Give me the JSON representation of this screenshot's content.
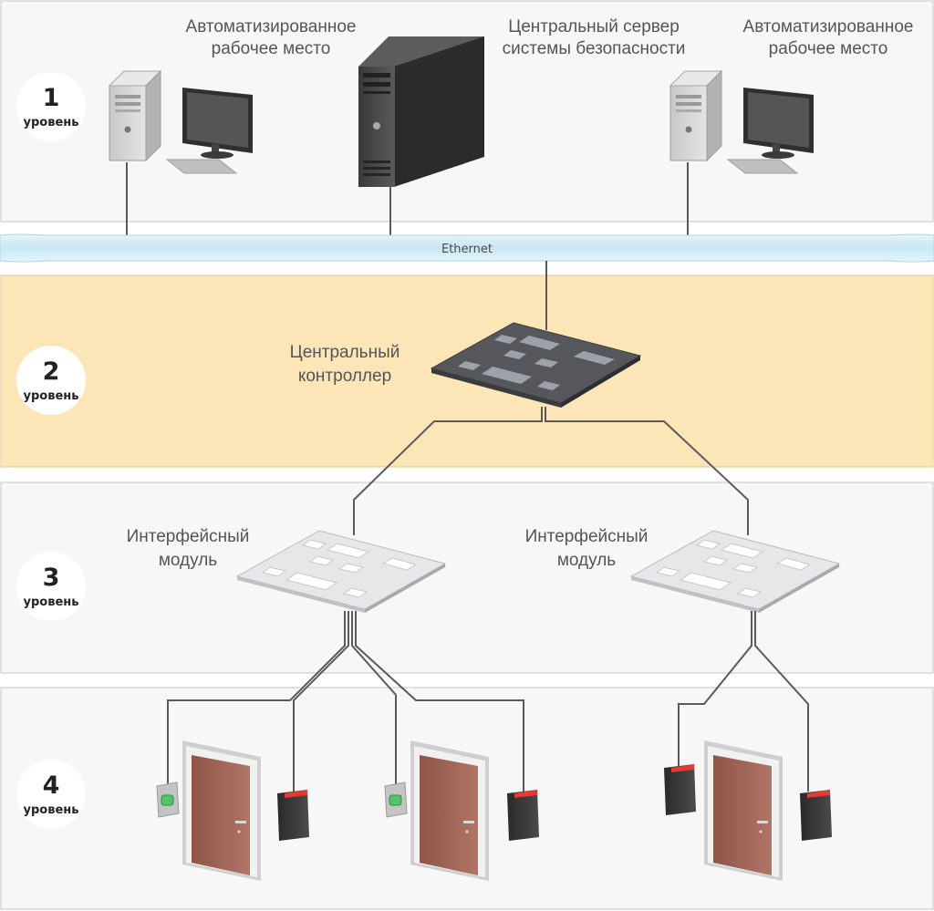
{
  "levels": [
    {
      "number": "1",
      "word": "уровень"
    },
    {
      "number": "2",
      "word": "уровень"
    },
    {
      "number": "3",
      "word": "уровень"
    },
    {
      "number": "4",
      "word": "уровень"
    }
  ],
  "workstation_left": {
    "line1": "Автоматизированное",
    "line2": "рабочее место"
  },
  "server": {
    "line1": "Центральный сервер",
    "line2": "системы безопасности"
  },
  "workstation_right": {
    "line1": "Автоматизированное",
    "line2": "рабочее место"
  },
  "network": {
    "label": "Ethernet"
  },
  "controller": {
    "line1": "Центральный",
    "line2": "контроллер"
  },
  "module_left": {
    "line1": "Интерфейсный",
    "line2": "модуль"
  },
  "module_right": {
    "line1": "Интерфейсный",
    "line2": "модуль"
  },
  "colors": {
    "level1_bg": "#f7f7f7",
    "level2_bg": "#fce6b8",
    "level3_bg": "#f7f7f7",
    "level4_bg": "#f7f7f7",
    "ethernet_bus": "#cfe9f5",
    "door": "#a0685a",
    "reader_led": "#e53935",
    "button_led": "#52c46a"
  }
}
